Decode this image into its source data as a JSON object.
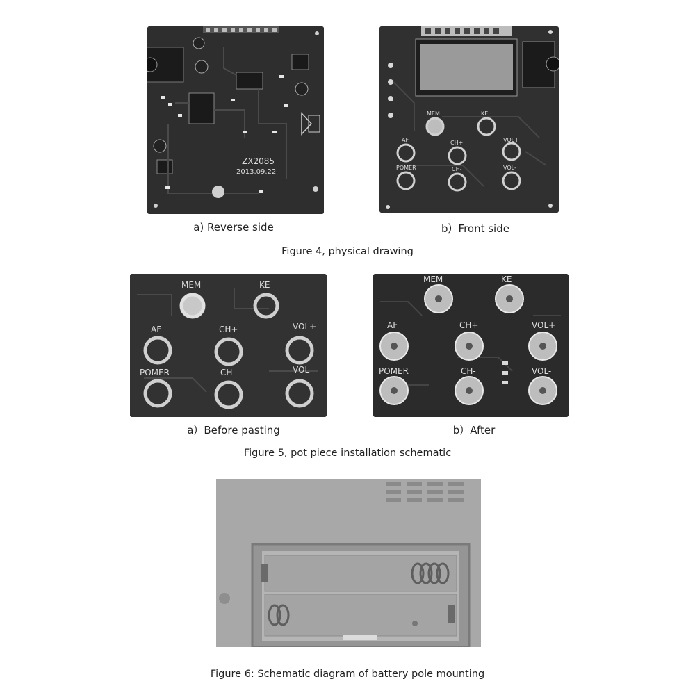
{
  "figure4": {
    "caption_a": "a) Reverse side",
    "caption_b": "b）Front side",
    "title": "Figure 4, physical drawing",
    "reverse_board": {
      "model": "ZX2085",
      "date": "2013.09.22"
    },
    "front_board": {
      "buttons": [
        "MEM",
        "KE",
        "AF",
        "CH+",
        "VOL+",
        "POMER",
        "CH-",
        "VOL-"
      ]
    }
  },
  "figure5": {
    "caption_a": "a）Before pasting",
    "caption_b": "b）After",
    "title": "Figure 5, pot piece installation schematic",
    "buttons": [
      "MEM",
      "KE",
      "AF",
      "CH+",
      "VOL+",
      "POMER",
      "CH-",
      "VOL-"
    ]
  },
  "figure6": {
    "title": "Figure 6: Schematic diagram of battery pole mounting"
  }
}
